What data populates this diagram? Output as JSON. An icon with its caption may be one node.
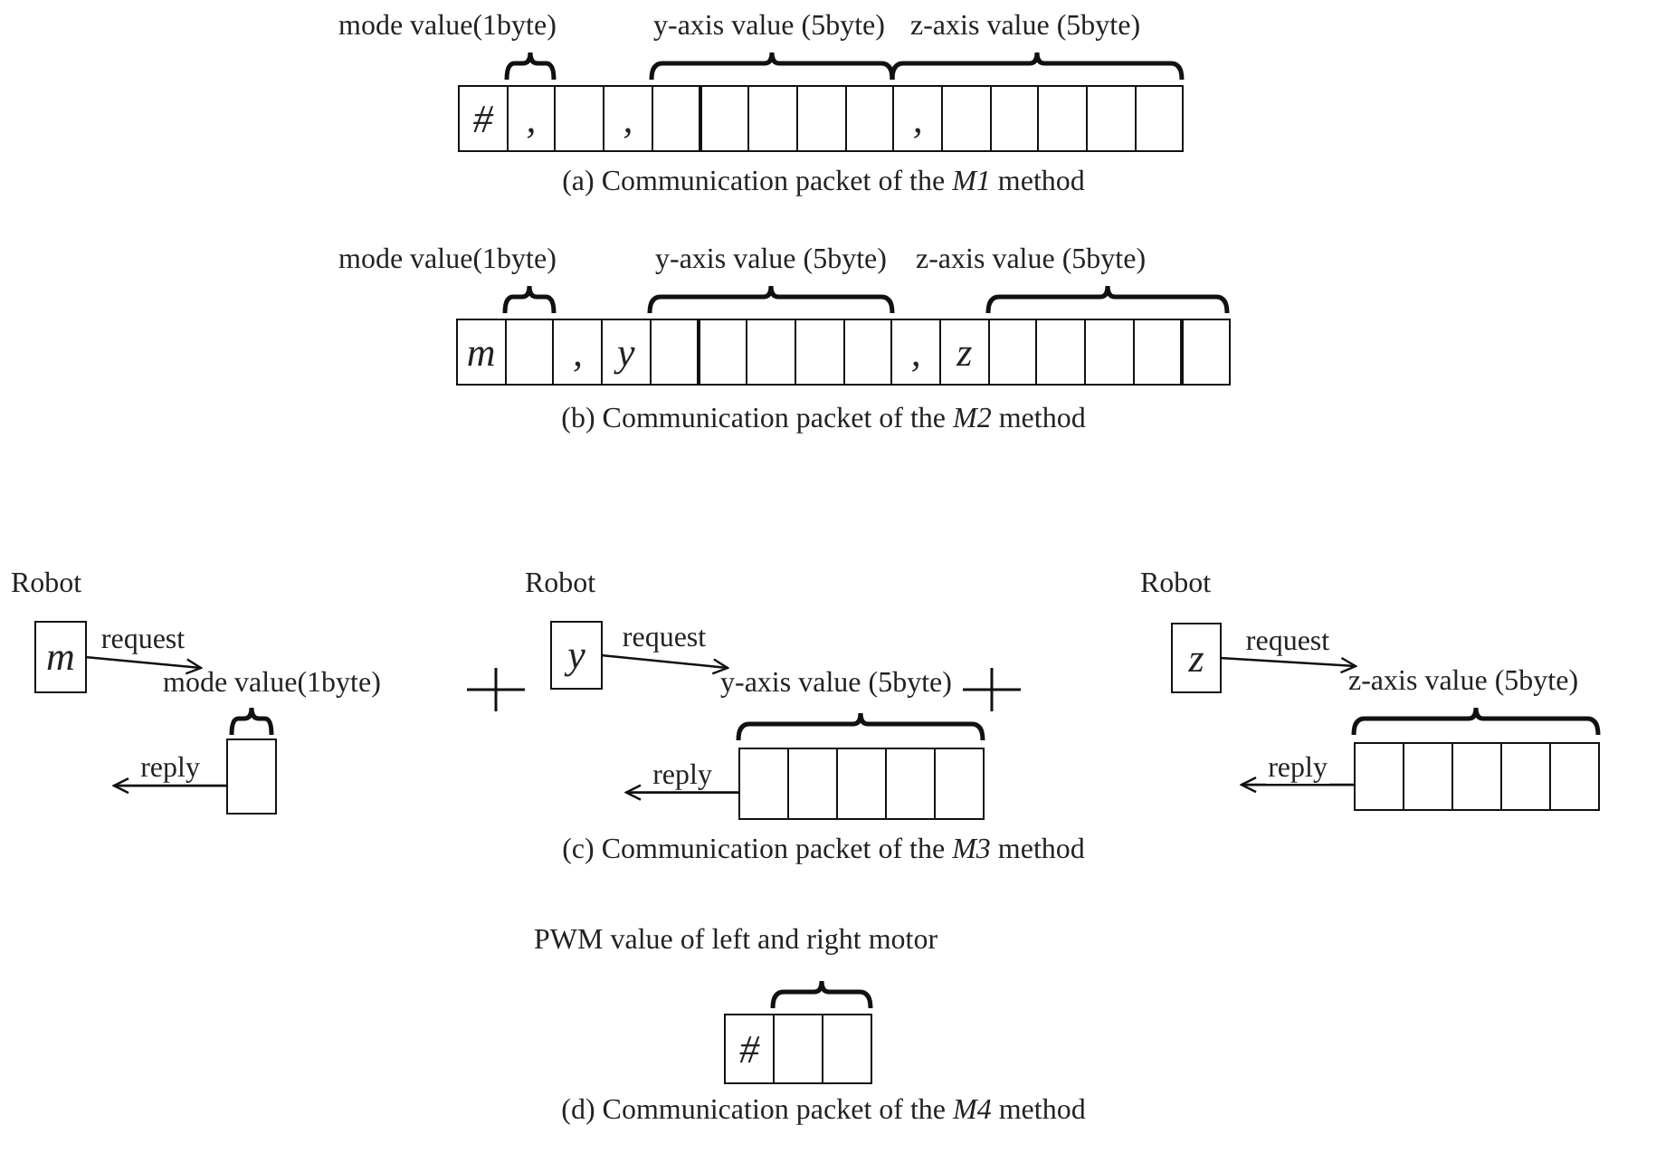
{
  "diagram": {
    "nodes": [
      {
        "text": [
          "#"
        ]
      },
      {
        "text": [
          ","
        ]
      },
      {
        "text": [],
        "shape": "box"
      },
      {
        "text": [
          ","
        ]
      },
      {
        "text": [],
        "shape": "box"
      },
      {
        "text": [],
        "shape": "box"
      },
      {
        "text": [],
        "shape": "box"
      },
      {
        "text": [],
        "shape": "box"
      },
      {
        "text": [],
        "shape": "box"
      },
      {
        "text": [
          ","
        ]
      },
      {
        "text": [],
        "shape": "box"
      },
      {
        "text": [],
        "shape": "box"
      },
      {
        "text": [],
        "shape": "box"
      },
      {
        "text": [],
        "shape": "box"
      },
      {
        "text": [],
        "shape": "box"
      },
      {
        "text": [
          "m"
        ]
      },
      {
        "text": [],
        "shape": "box"
      },
      {
        "text": [
          ","
        ]
      },
      {
        "text": [
          "y"
        ]
      },
      {
        "text": [],
        "shape": "box"
      },
      {
        "text": [],
        "shape": "box"
      },
      {
        "text": [],
        "shape": "box"
      },
      {
        "text": [],
        "shape": "box"
      },
      {
        "text": [],
        "shape": "box"
      },
      {
        "text": [
          ","
        ]
      },
      {
        "text": [
          "z"
        ]
      },
      {
        "text": [],
        "shape": "box"
      },
      {
        "text": [],
        "shape": "box"
      },
      {
        "text": [],
        "shape": "box"
      },
      {
        "text": [],
        "shape": "box"
      },
      {
        "text": [],
        "shape": "box"
      },
      {
        "text": [
          "m"
        ]
      },
      {
        "text": [
          "y"
        ]
      },
      {
        "text": [
          "z"
        ]
      },
      {
        "text": [],
        "shape": "box"
      },
      {
        "text": [],
        "shape": "box"
      },
      {
        "text": [],
        "shape": "box"
      },
      {
        "text": [],
        "shape": "box"
      },
      {
        "text": [],
        "shape": "box"
      },
      {
        "text": [],
        "shape": "box"
      },
      {
        "text": [],
        "shape": "box"
      },
      {
        "text": [],
        "shape": "box"
      },
      {
        "text": [],
        "shape": "box"
      },
      {
        "text": [],
        "shape": "box"
      },
      {
        "text": [],
        "shape": "box"
      },
      {
        "text": [
          "#"
        ]
      },
      {
        "text": [],
        "shape": "box"
      },
      {
        "text": [],
        "shape": "box"
      },
      {
        "text": [
          "mode value(1byte)"
        ]
      },
      {
        "text": [
          "y-axis value (5byte)"
        ]
      },
      {
        "text": [
          "z-axis value (5byte)"
        ]
      }
    ],
    "edges": [
      {
        "from": 31,
        "to": 48,
        "arrow": "to",
        "label": "request"
      },
      {
        "from": 32,
        "to": 49,
        "arrow": "to",
        "label": "request"
      },
      {
        "from": 33,
        "to": 50,
        "arrow": "to",
        "label": "request"
      },
      {
        "from": 34,
        "to": null,
        "arrow": "to",
        "label": "reply"
      },
      {
        "from": 35,
        "to": null,
        "arrow": "to",
        "label": "reply"
      },
      {
        "from": 40,
        "to": null,
        "arrow": "to",
        "label": "reply"
      }
    ],
    "labels": [
      "mode value(1byte)",
      "y-axis value (5byte)",
      "z-axis value (5byte)",
      "(a) Communication packet of the *M1* method",
      "mode value(1byte)",
      "y-axis value (5byte)",
      "z-axis value (5byte)",
      "(b) Communication packet of the *M2* method",
      "Robot",
      "Robot",
      "Robot",
      "(c) Communication packet of the *M3* method",
      "PWM value of left and right motor",
      "(d) Communication packet of the *M4* method"
    ]
  }
}
